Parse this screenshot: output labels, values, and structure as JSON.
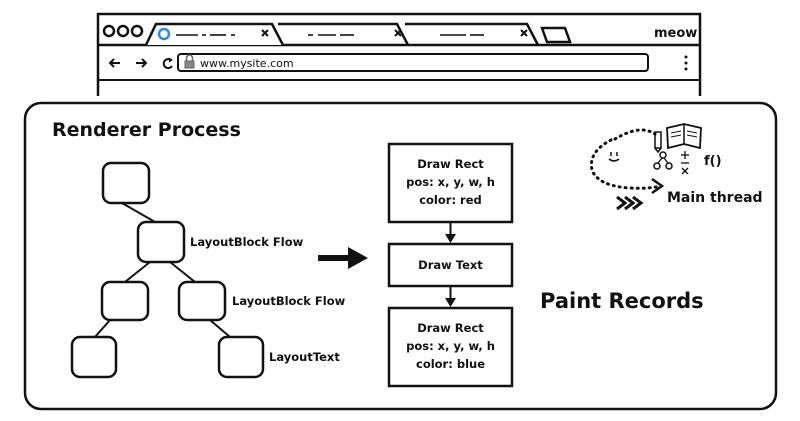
{
  "browser": {
    "window_label": "meow",
    "url": "www.mysite.com",
    "tab_count": 3,
    "nav": {
      "back_icon": "arrow-left-icon",
      "forward_icon": "arrow-right-icon",
      "reload_icon": "reload-icon",
      "lock_icon": "lock-icon",
      "menu_icon": "vertical-dots-icon"
    }
  },
  "diagram": {
    "renderer_title": "Renderer Process",
    "layout_tree": {
      "labels": [
        "LayoutBlock Flow",
        "LayoutBlock Flow",
        "LayoutText"
      ]
    },
    "paint_records": {
      "title": "Paint Records",
      "records": [
        {
          "lines": [
            "Draw Rect",
            "pos: x, y, w, h",
            "color: red"
          ]
        },
        {
          "lines": [
            "Draw Text"
          ]
        },
        {
          "lines": [
            "Draw Rect",
            "pos: x, y, w, h",
            "color: blue"
          ]
        }
      ]
    },
    "main_thread": {
      "label": "Main thread",
      "doodle_text": "f()"
    }
  }
}
